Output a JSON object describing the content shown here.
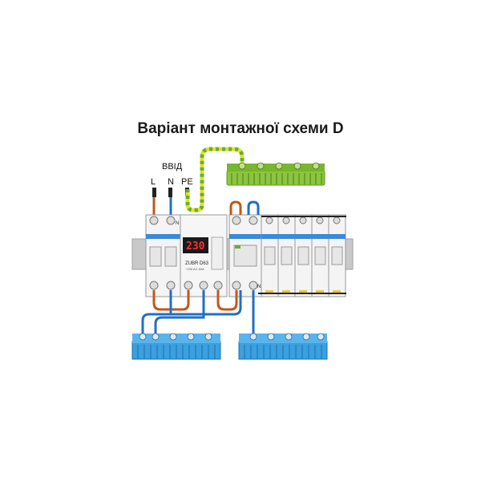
{
  "title": "Варіант монтажної схеми D",
  "input": {
    "caption": "ВВІД",
    "wires": [
      "L",
      "N",
      "PE"
    ]
  },
  "relay": {
    "display": "230",
    "model": "ZUBR D63",
    "subtitle": "~230 AC 63A"
  },
  "terminals": {
    "n_label": "N",
    "n_label_2": "N"
  },
  "colors": {
    "phase": "#c0581a",
    "neutral": "#1f6fc8",
    "earth_green": "#62b030",
    "earth_yellow": "#e8e020",
    "busbar_blue": "#3aa0e0",
    "busbar_green": "#8cc63e"
  },
  "icons": [
    "ground-busbar-icon",
    "neutral-busbar-icon",
    "breaker-icon",
    "relay-icon"
  ]
}
